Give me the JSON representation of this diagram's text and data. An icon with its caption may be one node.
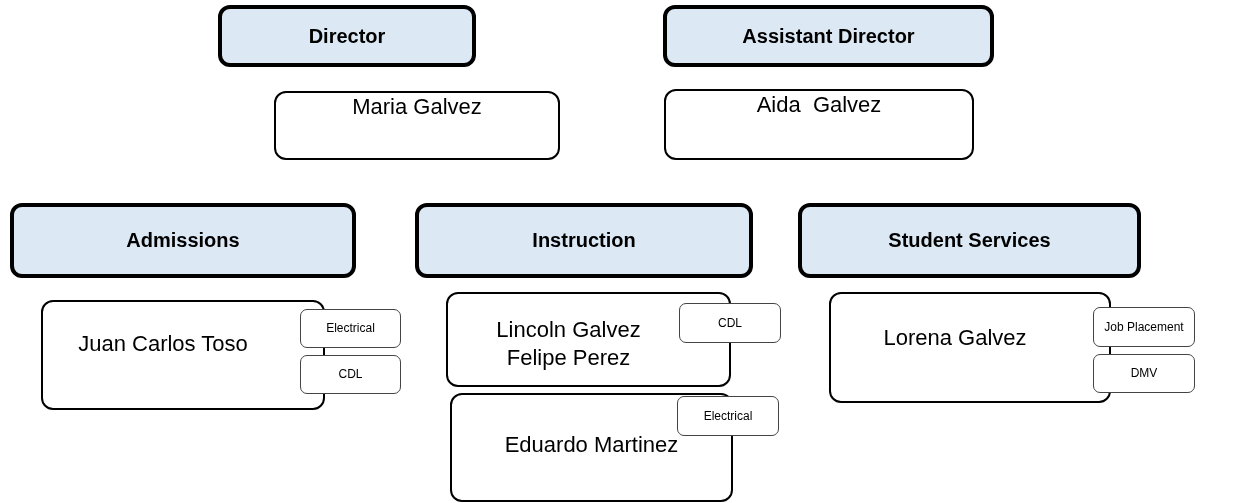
{
  "diagram": {
    "nodes": [
      {
        "text": [
          "Director"
        ]
      },
      {
        "text": [
          "Maria Galvez"
        ]
      },
      {
        "text": [
          "Assistant Director"
        ]
      },
      {
        "text": [
          "Aida  Galvez"
        ]
      },
      {
        "text": [
          "Admissions"
        ]
      },
      {
        "text": [
          "Juan Carlos Toso"
        ]
      },
      {
        "text": [
          "Electrical"
        ]
      },
      {
        "text": [
          "CDL"
        ]
      },
      {
        "text": [
          "Instruction"
        ]
      },
      {
        "text": [
          "Lincoln Galvez",
          "Felipe Perez"
        ]
      },
      {
        "text": [
          "CDL"
        ]
      },
      {
        "text": [
          "Eduardo Martinez"
        ]
      },
      {
        "text": [
          "Electrical"
        ]
      },
      {
        "text": [
          "Student Services"
        ]
      },
      {
        "text": [
          "Lorena Galvez"
        ]
      },
      {
        "text": [
          "Job Placement"
        ]
      },
      {
        "text": [
          "DMV"
        ]
      }
    ]
  }
}
